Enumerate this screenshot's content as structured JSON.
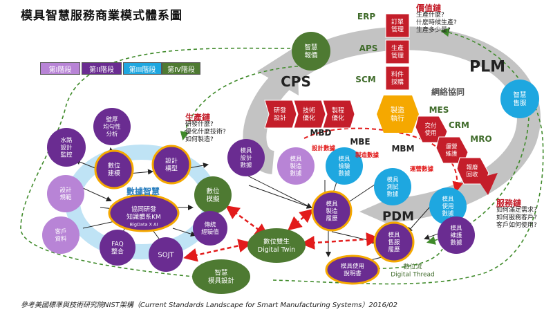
{
  "title": "模具智慧服務商業模式體系圖",
  "caption": "參考美國標準與技術研究院NIST架構（Current Standards Landscape for Smart Manufacturing Systems）2016/02",
  "stages": [
    "第I階段",
    "第II階段",
    "第III階段",
    "第IV階段"
  ],
  "colors": {
    "purple": "#6a2c91",
    "lightPurple": "#b884d6",
    "green": "#4e7a32",
    "blue": "#1ea7e0",
    "red": "#c41e2a",
    "gold": "#f5a800",
    "gray": "#b8b8b8"
  },
  "big_labels": {
    "cps": "CPS",
    "plm": "PLM",
    "pdm": "PDM",
    "mbd": "MBD",
    "mbe": "MBE",
    "mbm": "MBM",
    "erp": "ERP",
    "aps": "APS",
    "scm": "SCM",
    "mes": "MES",
    "crm": "CRM",
    "mro": "MRO",
    "network": "網絡協同",
    "data_wisdom": "數據智慧"
  },
  "chains": {
    "value": {
      "title": "價值鏈",
      "lines": "生產什麼?\n什麼時候生產?\n生產多少量?"
    },
    "production": {
      "title": "生產鏈",
      "lines": "研發什麼?\n優化什麼技術?\n如何製造?"
    },
    "service": {
      "title": "服務鏈",
      "lines": "如何滿足需求?\n如何服務客戶?\n客戶如何使用?"
    }
  },
  "red_boxes": [
    "研發\n設計",
    "技術\n優化",
    "製程\n優化",
    "訂單\n管理",
    "生產\n管理",
    "料件\n採購",
    "交付\n使用",
    "運營\n維護",
    "報廢\n回收"
  ],
  "hub": "製造\n執行",
  "nodes": {
    "smart_quote": "智慧\n報價",
    "smart_service": "智慧\n售服",
    "wall": "壁厚\n均勻性\n分析",
    "water": "水路\n設計\n監控",
    "num_model": "數位\n建模",
    "design_frame": "設計\n構型",
    "mold_design_data": "模具\n設計\n數據",
    "design_spec": "設計\n規範",
    "km_main": "協同研發\n知識體系KM",
    "km_sub": "BigData X AI",
    "num_sim": "數位\n模擬",
    "customer": "客戶\n資料",
    "legacy": "傳統\n經驗值",
    "faq": "FAQ\n整合",
    "sojt": "SOJT",
    "twin": "數位雙生\nDigital Twin",
    "smart_mold_design": "智慧\n模具設計",
    "mold_mfg_data": "模具\n製造\n數據",
    "mold_inspect_data": "模具\n檢驗\n數據",
    "mold_test_data": "模具\n測試\n數據",
    "mold_use_data": "模具\n使用\n數據",
    "mold_mfg_history": "模具\n製造\n履歷",
    "mold_service_history": "模具\n售服\n履歷",
    "mold_maint_data": "模具\n維護\n數據",
    "manual": "模具使用\n說明書"
  },
  "flow_labels": {
    "design_data": "設計數據",
    "mfg_data": "製造數據",
    "ops_data": "運營數據",
    "digital_thread": "數位流\nDigital Thread"
  }
}
